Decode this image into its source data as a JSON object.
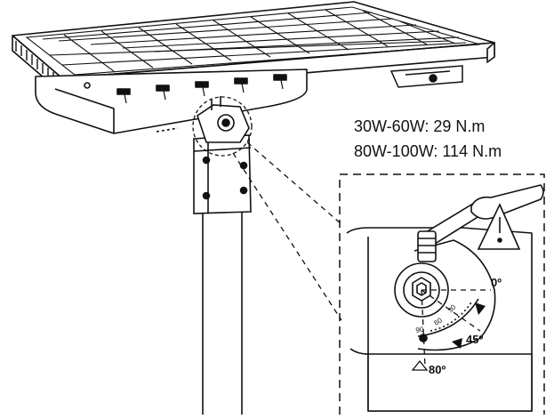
{
  "torque": {
    "line1": "30W-60W: 29 N.m",
    "line2": "80W-100W: 114 N.m"
  },
  "angles": {
    "a0": "0º",
    "a45": "45º",
    "a80": "80º"
  },
  "scale_ticks": [
    "30",
    "60",
    "90"
  ],
  "colors": {
    "stroke": "#111111",
    "warning_fill": "#ffffff"
  }
}
